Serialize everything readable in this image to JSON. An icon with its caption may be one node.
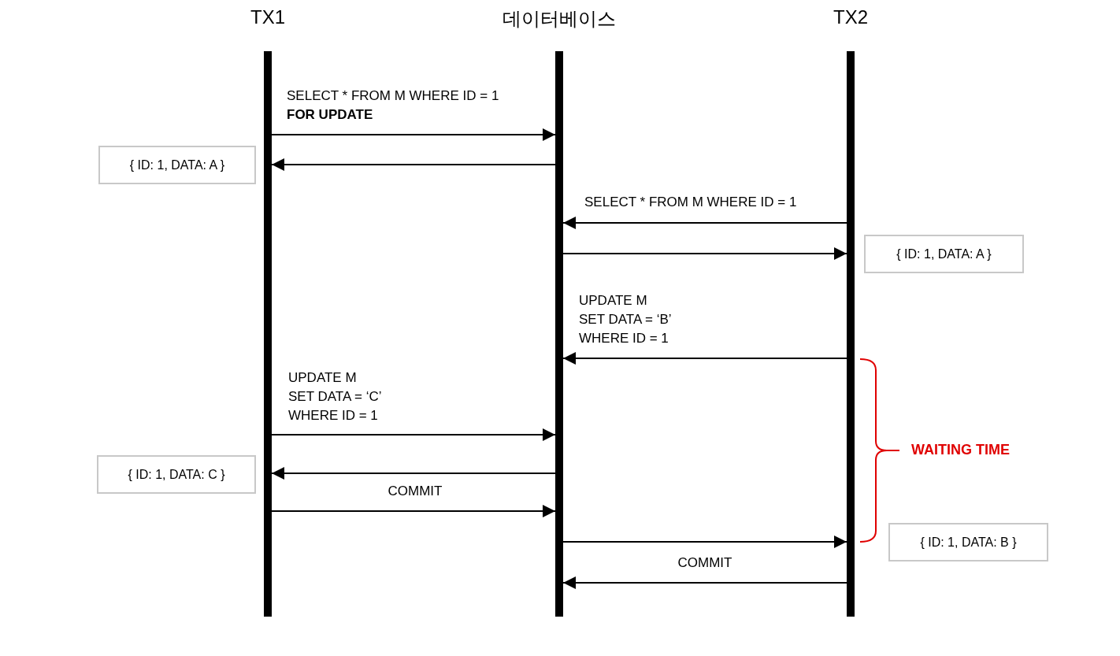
{
  "diagram": {
    "nodes": [
      {
        "text": [
          "TX1"
        ]
      },
      {
        "text": [
          "데이터베이스"
        ]
      },
      {
        "text": [
          "TX2"
        ]
      },
      {
        "text": [
          "{ ID: 1, DATA: A }"
        ]
      },
      {
        "text": [
          "{ ID: 1, DATA: A }"
        ]
      },
      {
        "text": [
          "{ ID: 1, DATA: C }"
        ]
      },
      {
        "text": [
          "{ ID: 1, DATA: B }"
        ]
      }
    ],
    "edges": [
      {
        "from": 0,
        "to": 1,
        "arrow": "to",
        "label": "SELECT * FROM M WHERE ID = 1 **FOR UPDATE**"
      },
      {
        "from": 1,
        "to": 0,
        "arrow": "to"
      },
      {
        "from": 2,
        "to": 1,
        "arrow": "to",
        "label": "SELECT * FROM M WHERE ID = 1"
      },
      {
        "from": 1,
        "to": 2,
        "arrow": "to"
      },
      {
        "from": 2,
        "to": 1,
        "arrow": "to",
        "label": "UPDATE M SET DATA = ‘B’ WHERE ID = 1"
      },
      {
        "from": 0,
        "to": 1,
        "arrow": "to",
        "label": "UPDATE M SET DATA = ‘C’ WHERE ID = 1"
      },
      {
        "from": 1,
        "to": 0,
        "arrow": "to"
      },
      {
        "from": 0,
        "to": 1,
        "arrow": "to",
        "label": "COMMIT"
      },
      {
        "from": 1,
        "to": 2,
        "arrow": "to"
      },
      {
        "from": 2,
        "to": 1,
        "arrow": "to",
        "label": "COMMIT"
      }
    ],
    "labels": [
      "WAITING TIME"
    ]
  }
}
